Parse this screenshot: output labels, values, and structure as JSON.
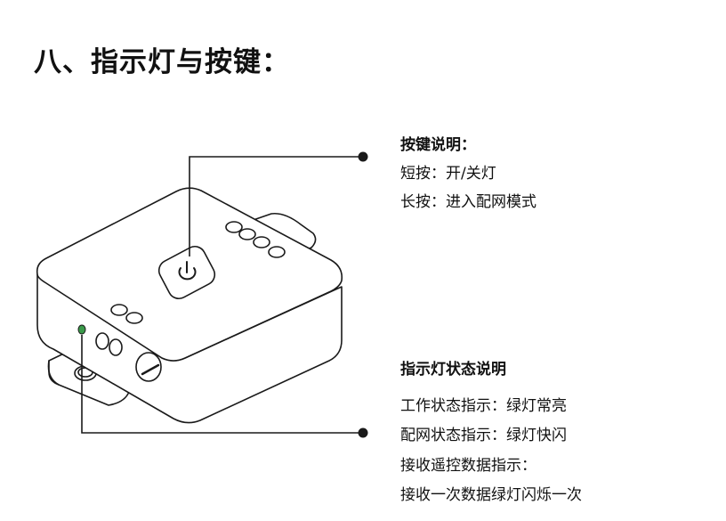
{
  "page": {
    "title": "八、指示灯与按键："
  },
  "button_section": {
    "heading": "按键说明：",
    "lines": [
      "短按：开/关灯",
      "长按：进入配网模式"
    ]
  },
  "indicator_section": {
    "heading": "指示灯状态说明",
    "lines": [
      "工作状态指示：绿灯常亮",
      "配网状态指示：绿灯快闪",
      "接收遥控数据指示：",
      "接收一次数据绿灯闪烁一次"
    ]
  },
  "icons": {
    "power_button": "power-icon",
    "indicator_led": "green-led"
  },
  "colors": {
    "line": "#1a1a1a",
    "led": "#3a9a4a"
  }
}
